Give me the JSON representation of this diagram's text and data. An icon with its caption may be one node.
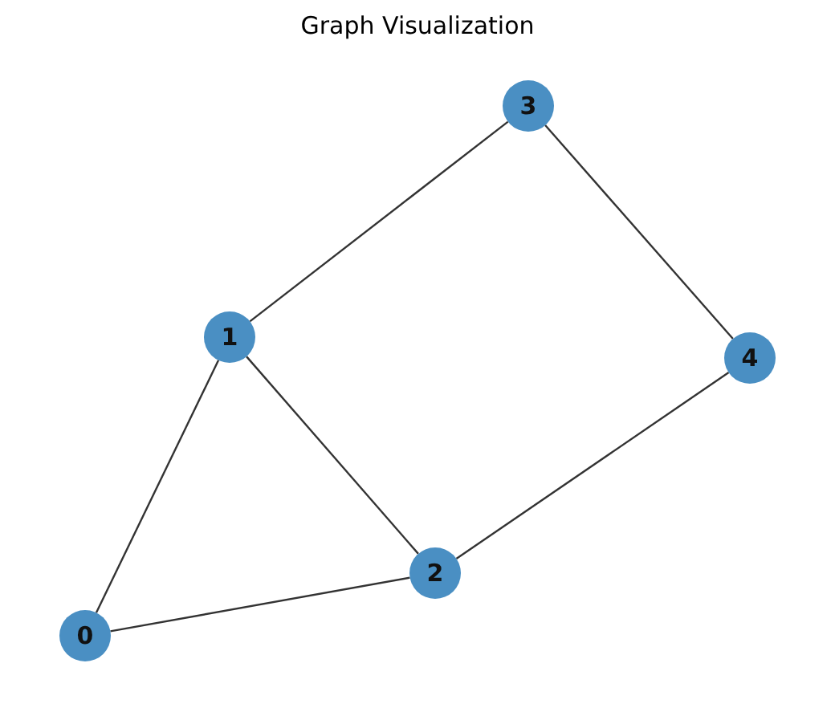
{
  "diagram": {
    "title": "Graph Visualization",
    "nodes": [
      {
        "text": [
          "0"
        ]
      },
      {
        "text": [
          "1"
        ]
      },
      {
        "text": [
          "2"
        ]
      },
      {
        "text": [
          "3"
        ]
      },
      {
        "text": [
          "4"
        ]
      }
    ],
    "edges": [
      {
        "from": 0,
        "to": 1,
        "arrow": "none"
      },
      {
        "from": 0,
        "to": 2,
        "arrow": "none"
      },
      {
        "from": 1,
        "to": 2,
        "arrow": "none"
      },
      {
        "from": 1,
        "to": 3,
        "arrow": "none"
      },
      {
        "from": 2,
        "to": 4,
        "arrow": "none"
      },
      {
        "from": 3,
        "to": 4,
        "arrow": "none"
      }
    ]
  }
}
